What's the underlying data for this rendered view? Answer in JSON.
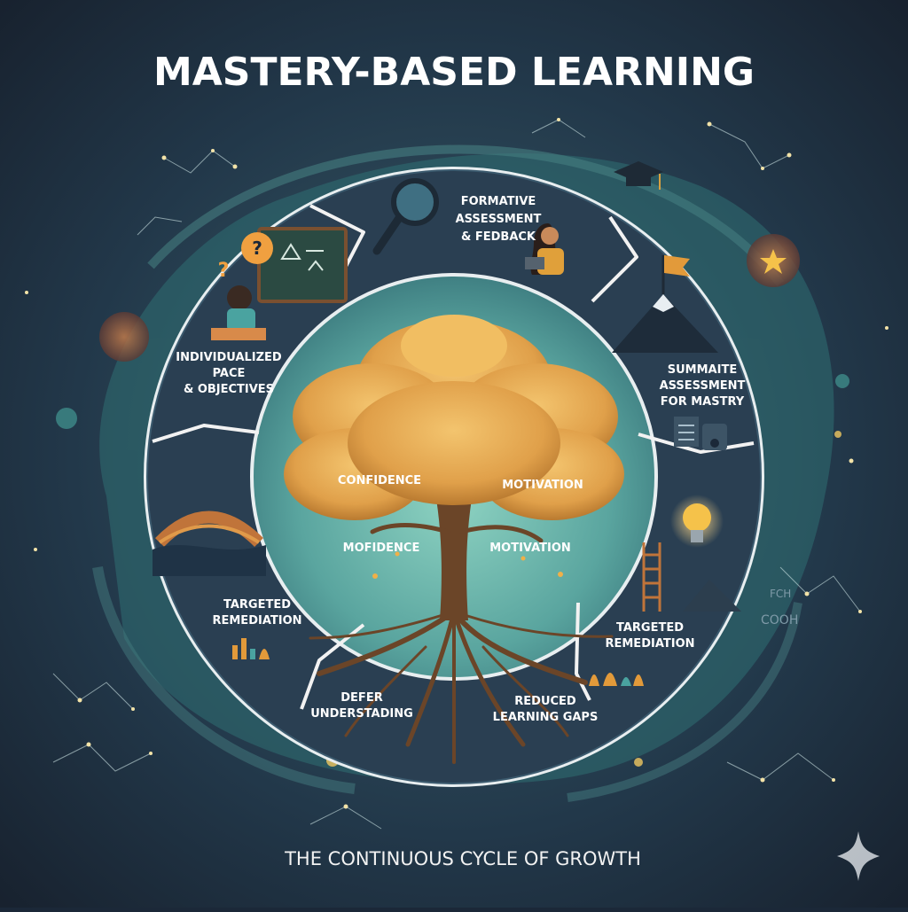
{
  "title": "MASTERY-BASED LEARNING",
  "subtitle": "THE CONTINUOUS CYCLE OF GROWTH",
  "segments": {
    "formative": [
      "FORMATIVE",
      "ASSESSMENT",
      "& FEDBACK"
    ],
    "individualized": [
      "INDIVIDUALIZED",
      "PACE",
      "& OBJECTIVES"
    ],
    "summative": [
      "SUMMAITE",
      "ASSESSMENT",
      "FOR MASTRY"
    ],
    "remediation_left": [
      "TARGETED",
      "REMEDIATION"
    ],
    "remediation_right": [
      "TARGETED",
      "REMEDIATION"
    ],
    "deeper": [
      "DEFER",
      "UNDERSTADING"
    ],
    "reduced": [
      "REDUCED",
      "LEARNING GAPS"
    ]
  },
  "tree_labels": {
    "confidence": "CONFIDENCE",
    "motivation_top": "MOTIVATION",
    "mofidence": "MOFIDENCE",
    "motivation_bottom": "MOTIVATION"
  },
  "side_text": {
    "right_small_1": "FCH",
    "right_small_2": "COOH"
  },
  "colors": {
    "background": "#1b2838",
    "ring": "#2c4256",
    "inner_disc": "#5fa8a0",
    "tree": "#e0a94f",
    "trunk": "#6b4528",
    "white_arrow": "#f2f2f2",
    "accent_orange": "#f0a040"
  },
  "icons": [
    "magnifier-icon",
    "graduation-cap-icon",
    "star-icon",
    "flag-icon",
    "lightbulb-icon",
    "question-icon",
    "bridge-icon",
    "ladder-icon",
    "chalkboard-icon",
    "sparkle-icon"
  ]
}
